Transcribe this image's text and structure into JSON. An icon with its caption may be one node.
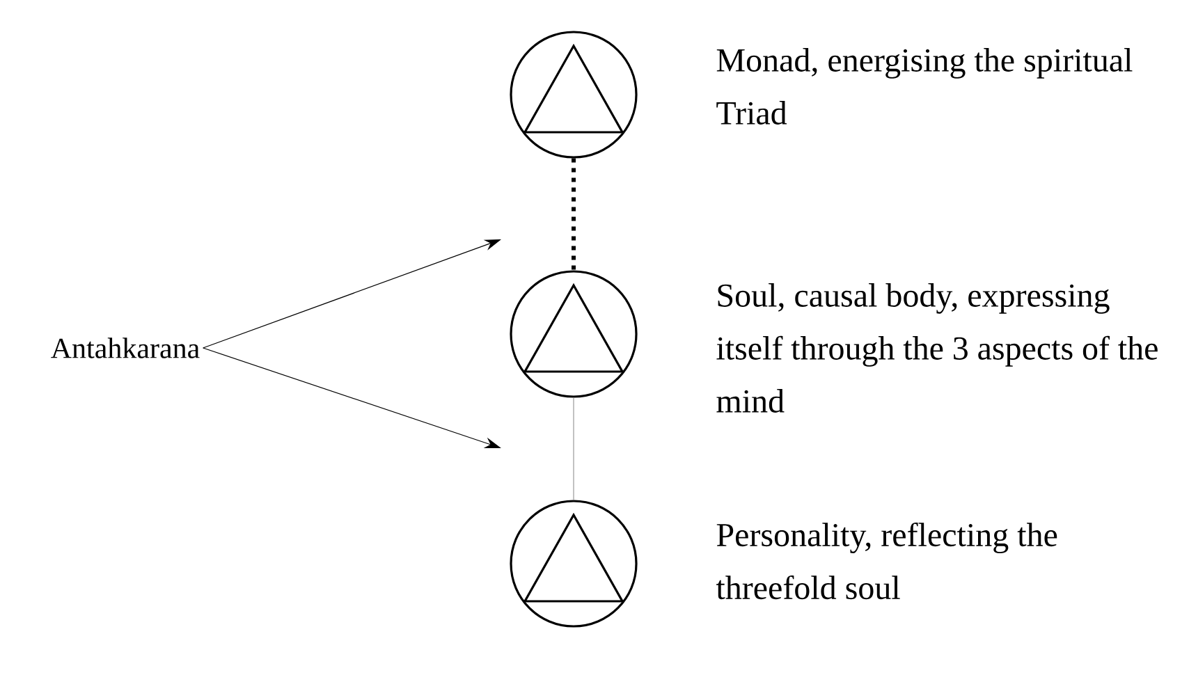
{
  "diagram": {
    "nodes": [
      {
        "text": [],
        "shape": "circle",
        "beside": [
          "Monad, energising the spiritual Triad"
        ]
      },
      {
        "text": [],
        "shape": "circle",
        "beside": [
          "Soul, causal body, expressing itself through the 3 aspects of the mind"
        ]
      },
      {
        "text": [],
        "shape": "circle",
        "beside": [
          "Personality, reflecting the threefold soul"
        ]
      },
      {
        "text": [
          "Antahkarana"
        ]
      }
    ],
    "edges": [
      {
        "from": 0,
        "to": 1,
        "arrow": "none",
        "style": "dashed"
      },
      {
        "from": 1,
        "to": 2,
        "arrow": "none",
        "color": "#999999"
      },
      {
        "from": 3,
        "to": null,
        "arrow": "to"
      },
      {
        "from": 3,
        "to": null,
        "arrow": "to"
      }
    ]
  }
}
